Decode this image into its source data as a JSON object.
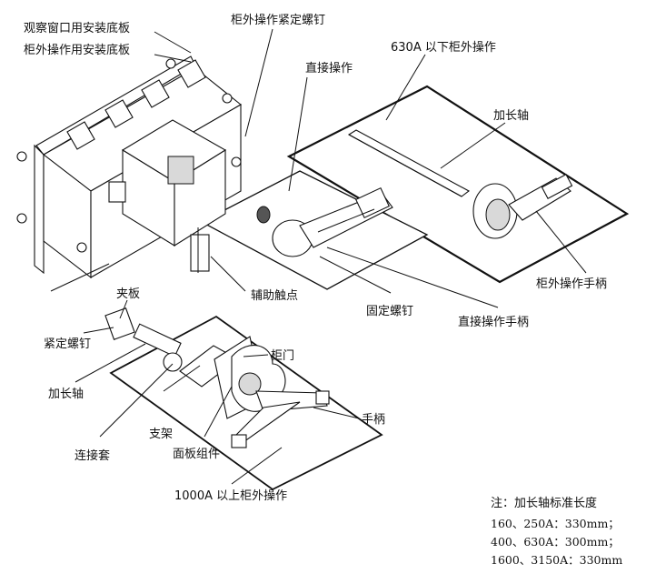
{
  "labels": {
    "window_plate": "观察窗口用安装底板",
    "outside_plate": "柜外操作用安装底板",
    "outside_fix_screw": "柜外操作紧定螺钉",
    "direct_op": "直接操作",
    "op_630a": "630A 以下柜外操作",
    "ext_shaft_top": "加长轴",
    "aux_contact": "辅助触点",
    "fix_screw": "固定螺钉",
    "direct_handle": "直接操作手柄",
    "outside_handle": "柜外操作手柄",
    "clamp_plate": "夹板",
    "tight_screw": "紧定螺钉",
    "ext_shaft_bottom": "加长轴",
    "cabinet_door": "柜门",
    "handle": "手柄",
    "bracket": "支架",
    "coupling": "连接套",
    "panel_assembly": "面板组件",
    "op_1000a": "1000A 以上柜外操作"
  },
  "note": {
    "title": "注：加长轴标准长度",
    "lines": [
      "160、250A：330mm；",
      "400、630A：300mm；",
      "1600、3150A：330mm"
    ]
  }
}
